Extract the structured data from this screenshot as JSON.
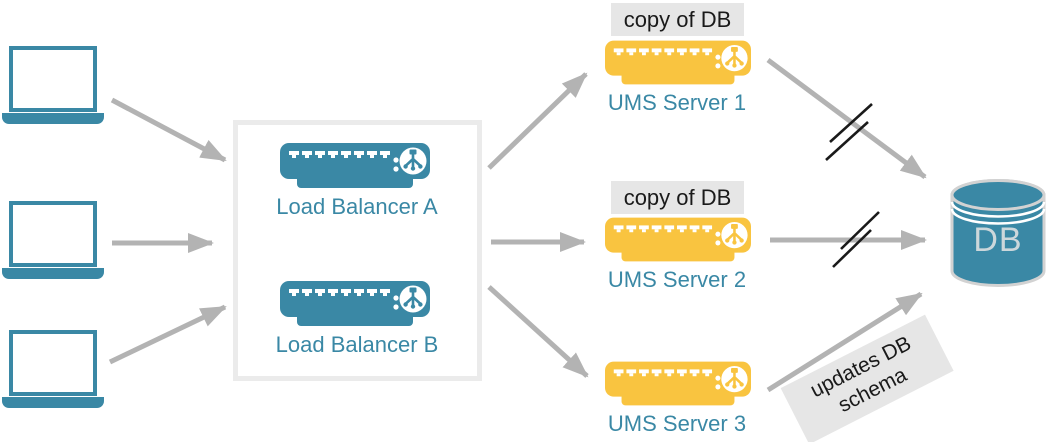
{
  "diagram": {
    "load_balancers": [
      {
        "label": "Load Balancer A"
      },
      {
        "label": "Load Balancer B"
      }
    ],
    "ums_servers": [
      {
        "name": "UMS Server 1",
        "tag": "copy of DB"
      },
      {
        "name": "UMS Server 2",
        "tag": "copy of DB"
      },
      {
        "name": "UMS Server 3"
      }
    ],
    "database": {
      "label": "DB"
    },
    "annotations": {
      "schema_note": "updates DB schema"
    }
  },
  "colors": {
    "teal": "#3a88a5",
    "yellow": "#f9c440",
    "arrow_gray": "#b3b3b3",
    "label_bg": "#e6e6e6",
    "box_border": "#ebebeb",
    "dark_text": "#1a1a1a",
    "db_text": "#ccd7db"
  }
}
